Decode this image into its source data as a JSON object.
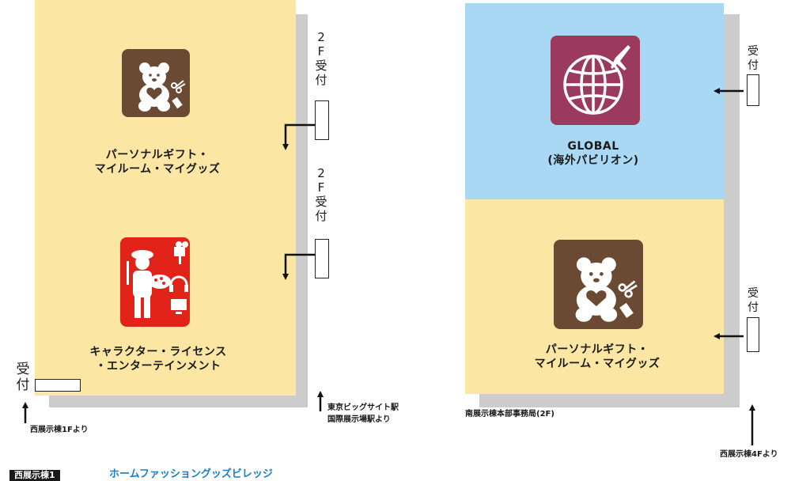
{
  "left_hall": {
    "upper_zone": {
      "line1": "パーソナルギフト・",
      "line2": "マイルーム・マイグッズ",
      "icon": "teddy-bear-gift-icon",
      "icon_color": "#6b4a33"
    },
    "lower_zone": {
      "line1": "キャラクター・ライセンス",
      "line2": "・エンターテインメント",
      "icon": "artist-entertainment-icon",
      "icon_color": "#e2231a"
    },
    "bg_color": "#fce6a4",
    "reception_top": {
      "chars": [
        "2",
        "F",
        "受",
        "付"
      ]
    },
    "reception_middle": {
      "chars": [
        "2",
        "F",
        "受",
        "付"
      ]
    },
    "reception_bottom": {
      "chars": [
        "受",
        "付"
      ]
    },
    "caption_west": "西展示棟1Fより",
    "caption_station_line1": "東京ビッグサイト駅",
    "caption_station_line2": "国際展示場駅より"
  },
  "right_hall": {
    "upper_zone": {
      "line1": "GLOBAL",
      "line2": "(海外パビリオン)",
      "icon": "globe-airplane-icon",
      "icon_color": "#9b3a5c",
      "bg_color": "#a8d8f4"
    },
    "lower_zone": {
      "line1": "パーソナルギフト・",
      "line2": "マイルーム・マイグッズ",
      "icon": "teddy-bear-gift-icon",
      "icon_color": "#6b4a33",
      "bg_color": "#fce6a4"
    },
    "reception_top": {
      "chars": [
        "受",
        "付"
      ]
    },
    "reception_bottom": {
      "chars": [
        "受",
        "付"
      ]
    },
    "caption_office": "南展示棟本部事務局(2F)",
    "caption_west4": "西展示棟4Fより"
  },
  "footer": {
    "tag": "西展示棟1",
    "title": "ホームファッショングッズビレッジ"
  }
}
